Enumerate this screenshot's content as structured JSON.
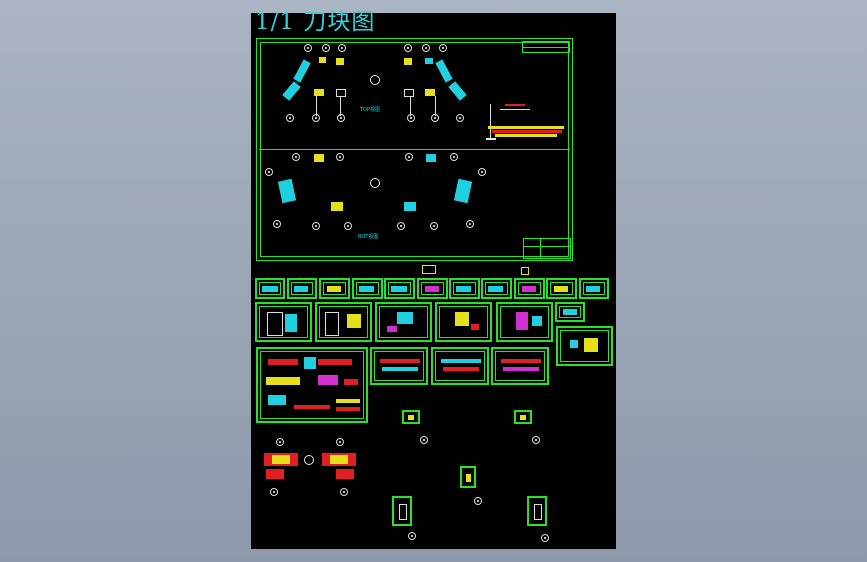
{
  "title": "1/1  刀块图",
  "views": [
    {
      "id": "top",
      "label": "TOP视图"
    },
    {
      "id": "bottom",
      "label": "BOT视图"
    }
  ],
  "colors": {
    "background": "#000000",
    "frame": "#27e327",
    "title": "#35d0d8",
    "accent_yellow": "#e6e01a",
    "accent_cyan": "#20d0e0",
    "accent_red": "#e02020",
    "accent_magenta": "#d030d0"
  }
}
